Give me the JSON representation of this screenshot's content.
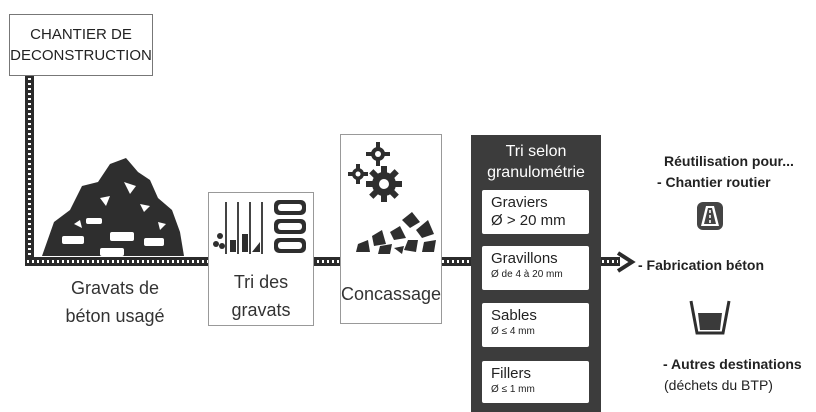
{
  "start_box": {
    "line1": "CHANTIER DE",
    "line2": "DECONSTRUCTION"
  },
  "steps": {
    "gravats": {
      "line1": "Gravats de",
      "line2": "béton usagé"
    },
    "tri": {
      "line1": "Tri des",
      "line2": "gravats"
    },
    "concassage": {
      "label": "Concassage"
    }
  },
  "granulometrie": {
    "title_line1": "Tri selon",
    "title_line2": "granulométrie",
    "items": [
      {
        "name": "Graviers",
        "range": "Ø > 20 mm"
      },
      {
        "name": "Gravillons",
        "range": "Ø de 4 à 20 mm"
      },
      {
        "name": "Sables",
        "range": "Ø ≤ 4 mm"
      },
      {
        "name": "Fillers",
        "range": "Ø ≤ 1 mm"
      }
    ]
  },
  "destinations": {
    "heading": "Réutilisation pour...",
    "routier": "- Chantier routier",
    "beton": "- Fabrication béton",
    "autres": "- Autres destinations",
    "autres_note": "(déchets du BTP)"
  },
  "icons": [
    "rubble-pile-icon",
    "sorting-bins-icon",
    "gears-icon",
    "crushed-stone-icon",
    "road-icon",
    "container-icon",
    "arrow-right-icon"
  ],
  "colors": {
    "dark_panel": "#3c3c3c",
    "line": "#2b2b2b",
    "box_border": "#999999"
  }
}
